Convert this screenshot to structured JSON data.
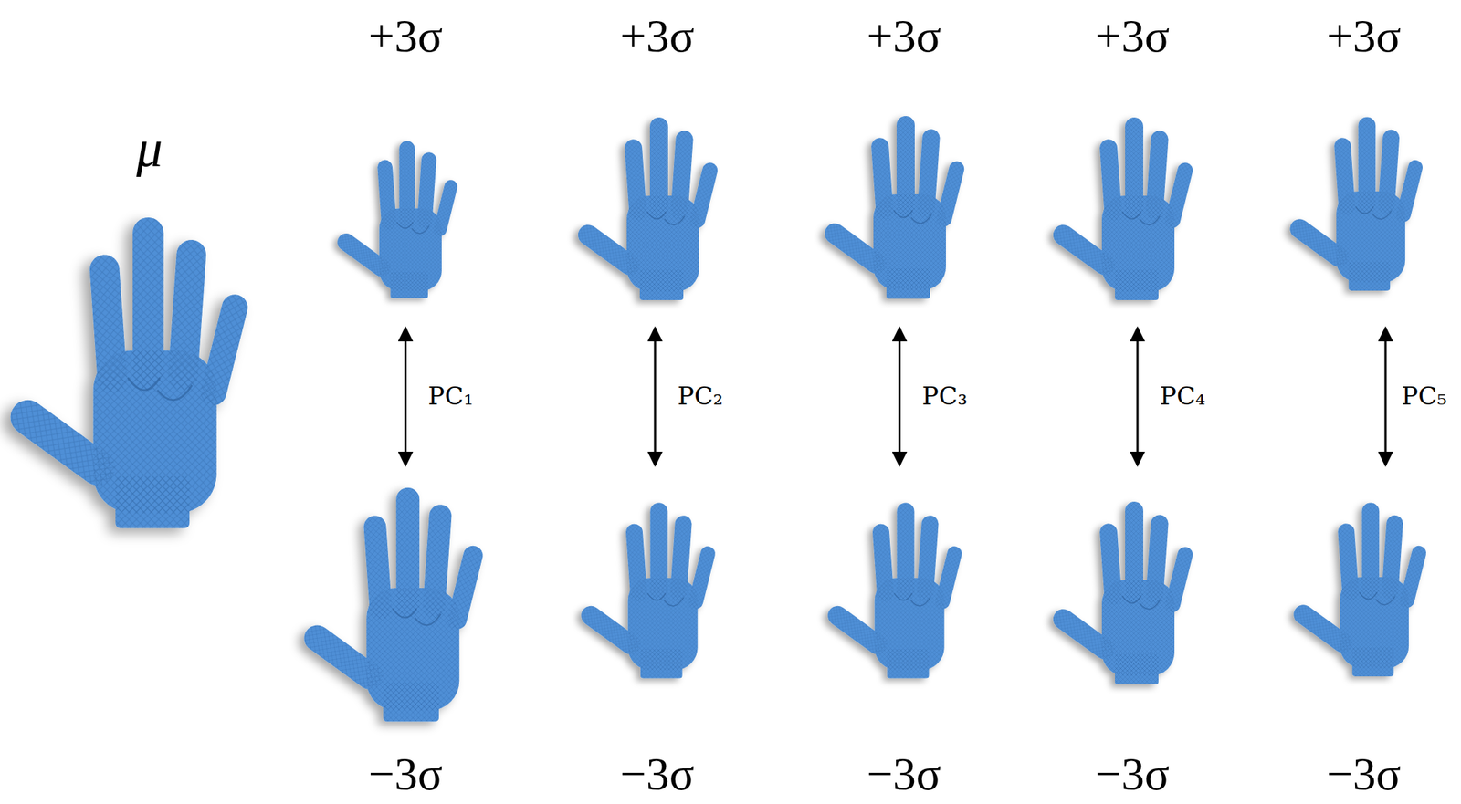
{
  "diagram": {
    "labels": [
      "μ",
      "+3σ",
      "+3σ",
      "+3σ",
      "+3σ",
      "+3σ",
      "PC₁",
      "PC₂",
      "PC₃",
      "PC₄",
      "PC₅",
      "−3σ",
      "−3σ",
      "−3σ",
      "−3σ",
      "−3σ"
    ]
  }
}
